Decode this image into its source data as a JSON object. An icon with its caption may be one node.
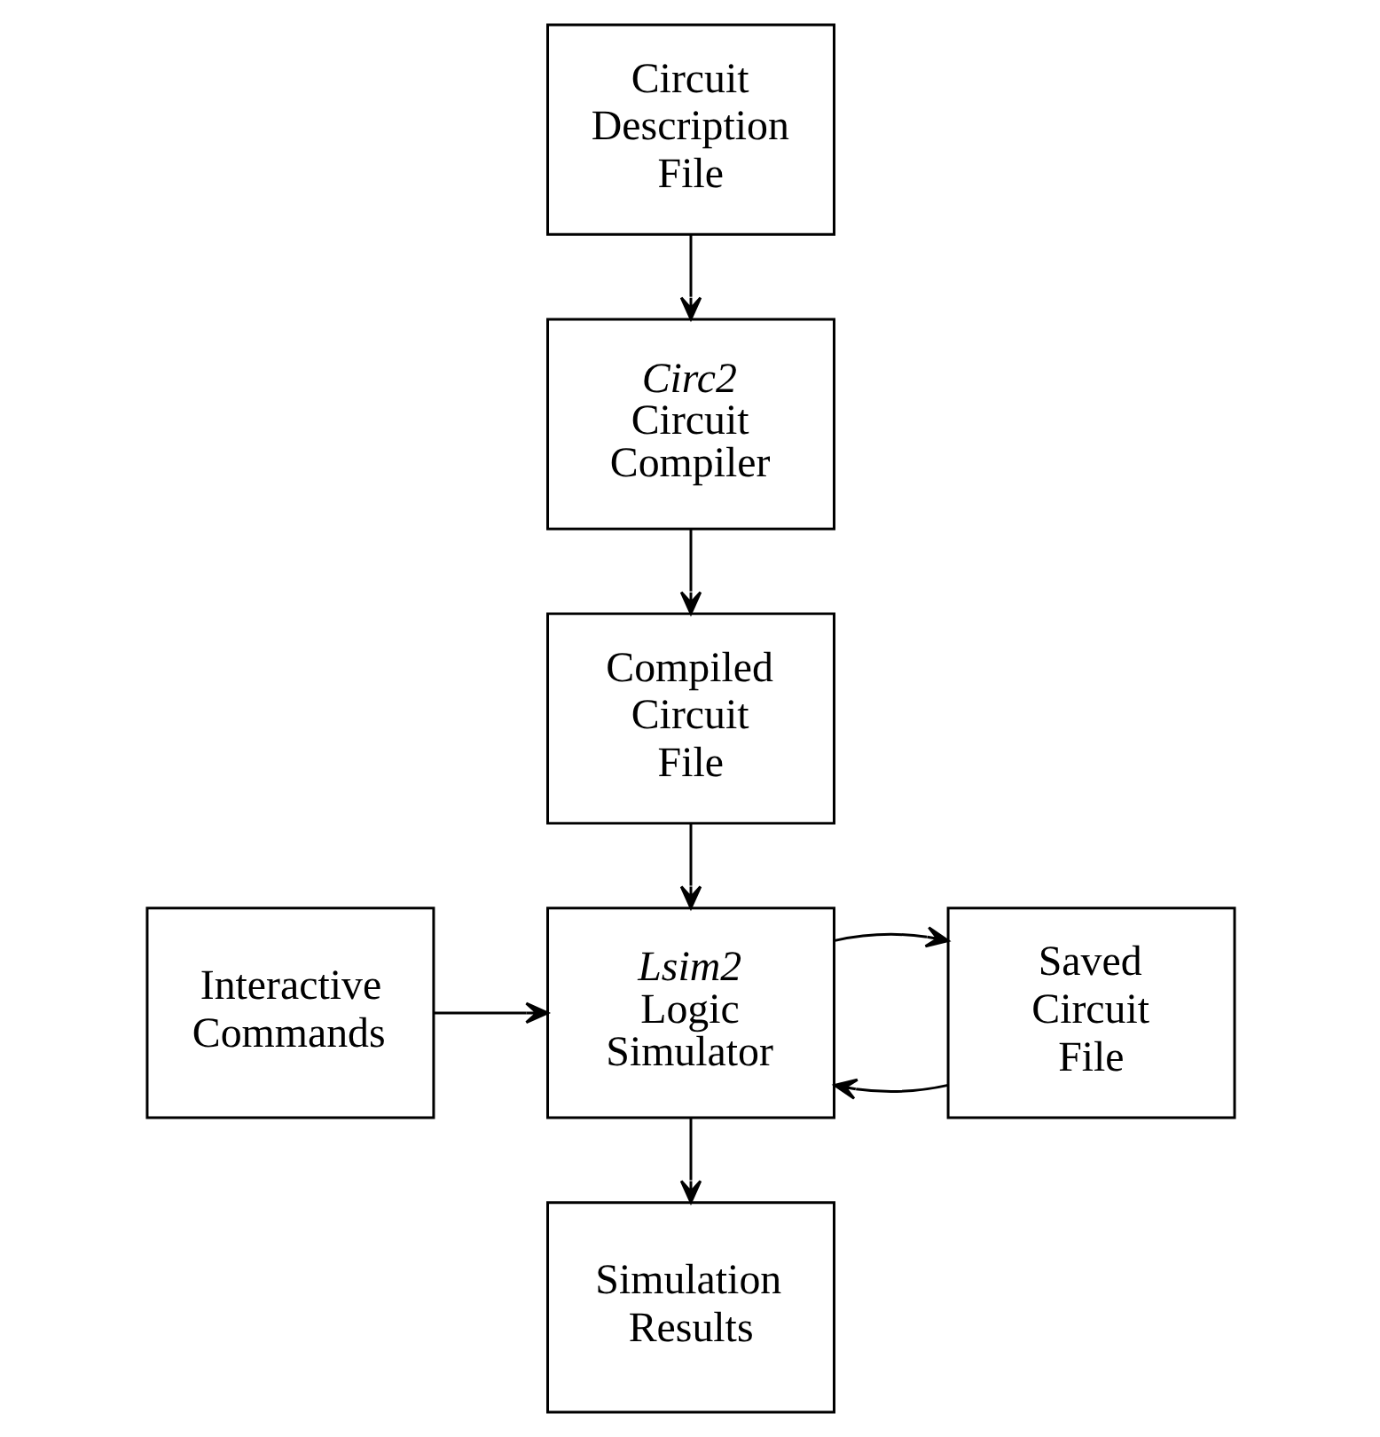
{
  "diagram": {
    "nodes": [
      {
        "text": [
          "Circuit Description File"
        ]
      },
      {
        "text": [
          "Circ2",
          "Circuit Compiler"
        ]
      },
      {
        "text": [
          "Compiled Circuit File"
        ]
      },
      {
        "text": [
          "Interactive Commands"
        ]
      },
      {
        "text": [
          "Lsim2",
          "Logic Simulator"
        ]
      },
      {
        "text": [
          "Saved Circuit File"
        ]
      },
      {
        "text": [
          "Simulation Results"
        ]
      }
    ],
    "edges": [
      {
        "from": 0,
        "to": 1,
        "arrow": "to"
      },
      {
        "from": 1,
        "to": 2,
        "arrow": "to"
      },
      {
        "from": 2,
        "to": 4,
        "arrow": "to"
      },
      {
        "from": 3,
        "to": 4,
        "arrow": "to"
      },
      {
        "from": 5,
        "to": 4,
        "arrow": "to"
      },
      {
        "from": 4,
        "to": 5,
        "arrow": "to"
      },
      {
        "from": 4,
        "to": 6,
        "arrow": "to"
      }
    ]
  }
}
